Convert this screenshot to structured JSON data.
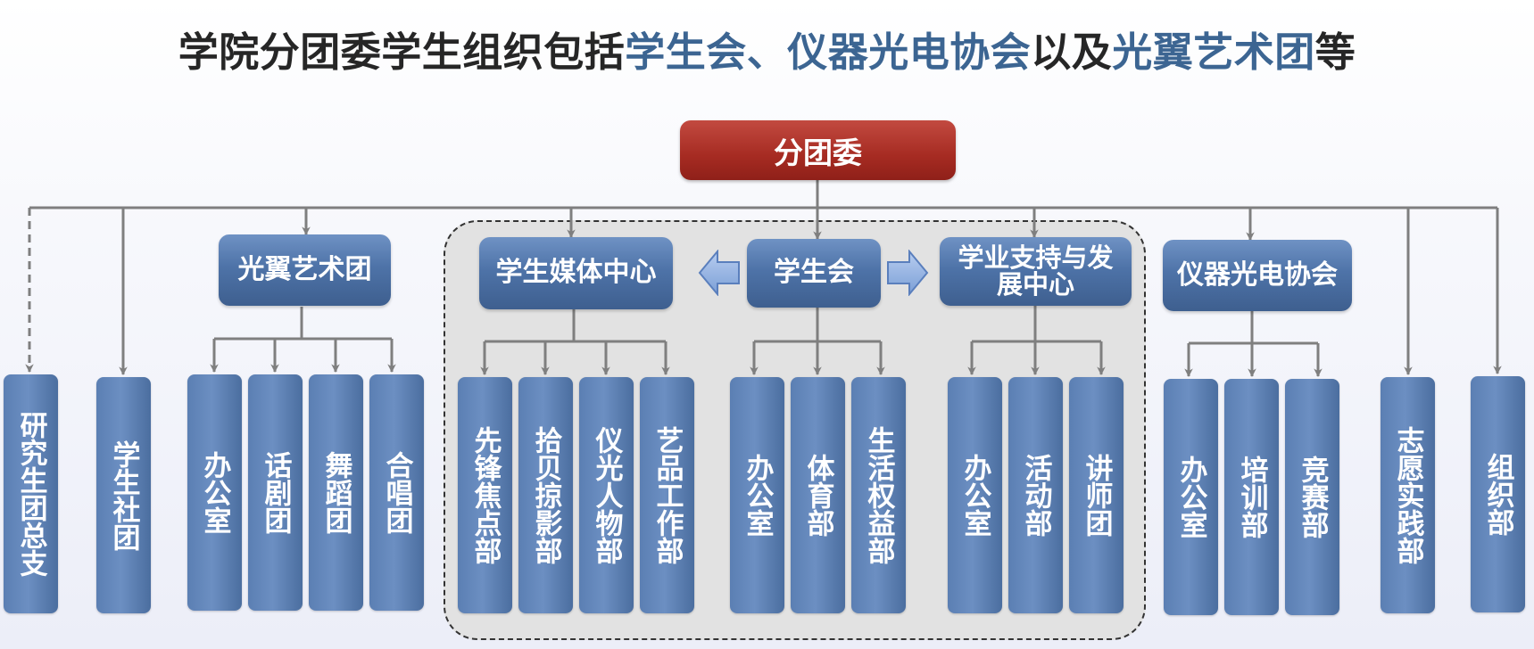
{
  "title": {
    "parts": [
      {
        "text": "学院分团委学生组织包括",
        "style": "dark"
      },
      {
        "text": "学生会、仪器光电协会",
        "style": "blue"
      },
      {
        "text": "以及",
        "style": "dark"
      },
      {
        "text": "光翼艺术团",
        "style": "blue"
      },
      {
        "text": "等",
        "style": "dark"
      }
    ]
  },
  "colors": {
    "root": "#a62b22",
    "node": "#4e73a8",
    "title_dark": "#262626",
    "title_blue": "#3c6592",
    "wire": "#7f7f7f"
  },
  "root": {
    "label": "分团委"
  },
  "guangyi": {
    "label": "光翼艺术团",
    "children": [
      "办公室",
      "话剧团",
      "舞蹈团",
      "合唱团"
    ]
  },
  "media": {
    "label": "学生媒体中心",
    "children": [
      "先锋焦点部",
      "拾贝掠影部",
      "仪光人物部",
      "艺品工作部"
    ]
  },
  "union": {
    "label": "学生会",
    "children": [
      "办公室",
      "体育部",
      "生活权益部"
    ]
  },
  "academic": {
    "label": "学业支持与发展中心",
    "children": [
      "办公室",
      "活动部",
      "讲师团"
    ]
  },
  "yiqi": {
    "label": "仪器光电协会",
    "children": [
      "办公室",
      "培训部",
      "竞赛部"
    ]
  },
  "standalone": {
    "graduate": "研究生团总支",
    "clubs": "学生社团",
    "volunteer": "志愿实践部",
    "organization": "组织部"
  }
}
